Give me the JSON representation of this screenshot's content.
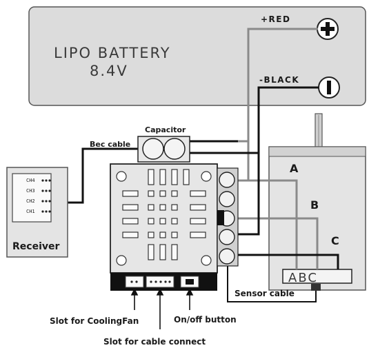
{
  "battery": {
    "title": "LIPO BATTERY",
    "voltage": "8.4V",
    "positive_label": "+RED",
    "negative_label": "-BLACK",
    "positive_symbol": "+",
    "negative_symbol": "-"
  },
  "capacitor": {
    "label": "Capacitor"
  },
  "bec": {
    "label": "Bec cable"
  },
  "receiver": {
    "label": "Receiver",
    "channels": [
      "CH4",
      "CH3",
      "CH2",
      "CH1"
    ]
  },
  "motor": {
    "phase_a": "A",
    "phase_b": "B",
    "phase_c": "C",
    "terminal_label": "ABC"
  },
  "callouts": {
    "sensor_cable": "Sensor cable",
    "cooling_fan_slot": "Slot for CoolingFan",
    "on_off_button": "On/off button",
    "cable_connect_slot": "Slot for cable connect"
  },
  "colors": {
    "battery_fill": "#dcdcdc",
    "wire_dark": "#111111",
    "wire_grey": "#8a8a8a",
    "motor_fill": "#e4e4e4",
    "esc_fill": "#e6e6e6"
  }
}
